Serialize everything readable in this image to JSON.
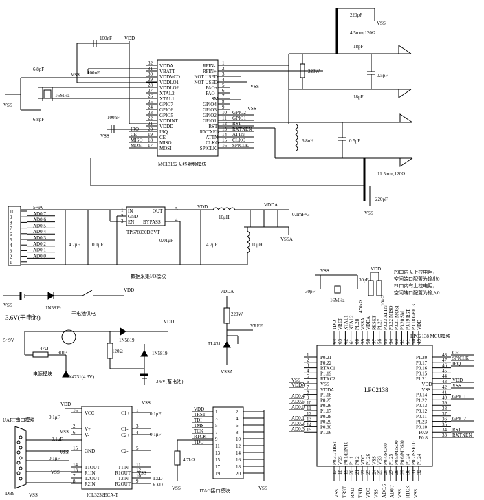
{
  "rf_module": {
    "title": "MC13192无线射频模块",
    "left_pins": [
      {
        "num": "32",
        "name": "VDDA"
      },
      {
        "num": "31",
        "name": "VBATT"
      },
      {
        "num": "30",
        "name": "VDDVCO"
      },
      {
        "num": "29",
        "name": "VDDLO1"
      },
      {
        "num": "28",
        "name": "VDDLO2"
      },
      {
        "num": "27",
        "name": "XTAL2"
      },
      {
        "num": "26",
        "name": "XTAL1"
      },
      {
        "num": "25",
        "name": "GPIO7"
      },
      {
        "num": "24",
        "name": "GPIO6"
      },
      {
        "num": "23",
        "name": "GPIO5"
      },
      {
        "num": "22",
        "name": "VDDINT"
      },
      {
        "num": "21",
        "name": "VDDD"
      },
      {
        "num": "20",
        "name": "IRQ"
      },
      {
        "num": "19",
        "name": "CE"
      },
      {
        "num": "18",
        "name": "MISO"
      },
      {
        "num": "17",
        "name": "MOSI"
      }
    ],
    "right_pins": [
      {
        "num": "1",
        "name": "RFIN-"
      },
      {
        "num": "2",
        "name": "RFIN+"
      },
      {
        "num": "3",
        "name": "NOT USED"
      },
      {
        "num": "4",
        "name": "NOT USED"
      },
      {
        "num": "5",
        "name": "PAO+"
      },
      {
        "num": "6",
        "name": "PAO-"
      },
      {
        "num": "7",
        "name": "SM"
      },
      {
        "num": "8",
        "name": "GPIO4"
      },
      {
        "num": "9",
        "name": "GPIO3"
      },
      {
        "num": "10",
        "name": "GPIO2"
      },
      {
        "num": "11",
        "name": "GPIO1"
      },
      {
        "num": "12",
        "name": "RST"
      },
      {
        "num": "13",
        "name": "RXTXEN"
      },
      {
        "num": "14",
        "name": "ATTN"
      },
      {
        "num": "15",
        "name": "CLKO"
      },
      {
        "num": "16",
        "name": "SPICLK"
      }
    ],
    "right_nets": [
      "GPIO2",
      "GPIO1",
      "RST",
      "RXTXEN",
      "ATTN",
      "CLKO",
      "SPICLK"
    ],
    "left_nets": [
      "IRQ",
      "CE",
      "MISO",
      "MOSI"
    ],
    "components": {
      "c_100nF_top": "100nF",
      "c_100nF_b": "100nF",
      "c_100nF_c": "100nF",
      "c_68pF_a": "6.8pF",
      "c_68pF_b": "6.8pF",
      "xtal": "16MHz",
      "c_220pF_top": "220pF",
      "line_top": "4.5mm,120Ω",
      "c_18pF_a": "18pF",
      "c_18pF_b": "18pF",
      "r_220w": "220W",
      "c_05pF_a": "0.5pF",
      "l_68nH": "6.8nH",
      "c_05pF_b": "0.5pF",
      "line_bot": "11.5mm,120Ω",
      "c_220pF_bot": "220pF"
    }
  },
  "supply": {
    "vdd": "VDD",
    "vss": "VSS",
    "vdda": "VDDA",
    "vssa": "VSSA",
    "vref": "VREF"
  },
  "adc_module": {
    "title": "数据采集I/O模块",
    "connector_pins": [
      "10",
      "9",
      "8",
      "7",
      "6",
      "5",
      "4",
      "3",
      "2",
      "1"
    ],
    "signals": [
      "5~9V",
      "AD0.7",
      "AD0.6",
      "AD0.5",
      "AD0.4",
      "AD0.3",
      "AD0.2",
      "AD0.1",
      "AD0.0"
    ],
    "regulator": "TPS78930DBVT",
    "reg_pins": {
      "in": "IN",
      "gnd": "GND",
      "en": "EN",
      "out": "OUT",
      "bypass": "BYPASS",
      "p1": "1",
      "p2": "2",
      "p3": "3",
      "p4": "4",
      "p5": "5"
    },
    "c_in1": "4.7μF",
    "c_in2": "0.1μF",
    "c_byp": "0.01μF",
    "c_out": "4.7μF",
    "l1": "10μH",
    "l2": "10μH",
    "c_x3": "0.1mF×3"
  },
  "power": {
    "battery_dry": "3.6V(干电池)",
    "diode1": "1N5819",
    "switch_label": "干电池供电",
    "input": "5~9V",
    "r47": "47Ω",
    "transistor": "9013",
    "zener": "1N4731(4.3V)",
    "charge_label": "电源模块",
    "diode2": "1N5819",
    "diode3": "1N5819",
    "r120": "120Ω",
    "battery_acc": "3.6V(蓄电池)"
  },
  "vref_circuit": {
    "r": "220W",
    "ic": "TL431"
  },
  "uart": {
    "title": "UART串口模块",
    "connector": "DB9",
    "chip": "ICL3232ECA-T",
    "left_pins": [
      {
        "num": "16",
        "name": "VCC"
      },
      {
        "num": "2",
        "name": "V+"
      },
      {
        "num": "6",
        "name": "V-"
      },
      {
        "num": "15",
        "name": "GND"
      },
      {
        "num": "14",
        "name": "T1OUT"
      },
      {
        "num": "13",
        "name": "R1IN"
      },
      {
        "num": "7",
        "name": "T2OUT"
      },
      {
        "num": "8",
        "name": "R2IN"
      }
    ],
    "right_pins": [
      {
        "num": "1",
        "name": "C1+"
      },
      {
        "num": "3",
        "name": "C1-"
      },
      {
        "num": "4",
        "name": "C2+"
      },
      {
        "num": "5",
        "name": "C2-"
      },
      {
        "num": "11",
        "name": "T1IN"
      },
      {
        "num": "12",
        "name": "R1OUT"
      },
      {
        "num": "10",
        "name": "T2IN"
      },
      {
        "num": "9",
        "name": "R2OUT"
      }
    ],
    "caps": [
      "0.1μF",
      "0.1μF",
      "0.1μF",
      "0.1μF",
      "0.1μF"
    ],
    "txd": "TXD",
    "rxd": "RXD"
  },
  "jtag": {
    "title": "JTAG接口模块",
    "resistor": "4.7kΩ",
    "signals": [
      "VDD",
      "TRST",
      "TDI",
      "TMS",
      "TCK",
      "RTCK",
      "TDO"
    ],
    "odd_pins": [
      "1",
      "3",
      "5",
      "7",
      "9",
      "11",
      "13",
      "15",
      "17",
      "19"
    ],
    "even_pins": [
      "2",
      "4",
      "6",
      "8",
      "10",
      "12",
      "14",
      "16",
      "18",
      "20"
    ]
  },
  "mcu": {
    "title": "LPC2138 MCU模块",
    "chip": "LPC2138",
    "notes": [
      "P0口内无上拉电阻，",
      "空闲端口配置为输出0",
      "P1口内有上拉电阻，",
      "空闲端口配置为输入0"
    ],
    "top_pins": [
      {
        "num": "64",
        "name": "TDO"
      },
      {
        "num": "63",
        "name": "VREF"
      },
      {
        "num": "62",
        "name": "XTAL1"
      },
      {
        "num": "61",
        "name": "XTAL2"
      },
      {
        "num": "60",
        "name": "P1.28"
      },
      {
        "num": "59",
        "name": "VSSA"
      },
      {
        "num": "58",
        "name": "VDDA"
      },
      {
        "num": "57",
        "name": "RESET"
      },
      {
        "num": "56",
        "name": "P1.27"
      },
      {
        "num": "55",
        "name": "P0.23"
      },
      {
        "num": "54",
        "name": "P0.22"
      },
      {
        "num": "53",
        "name": "P0.21"
      },
      {
        "num": "52",
        "name": "P0.20"
      },
      {
        "num": "51",
        "name": "P0.19"
      },
      {
        "num": "50",
        "name": "P0.18"
      },
      {
        "num": "49",
        "name": "VDD"
      }
    ],
    "top_nets": [
      "ATTN",
      "MISO",
      "MOSI",
      "SM",
      "RST",
      "GPIO3"
    ],
    "xtal": "16MHz",
    "c_30pF_a": "30pF",
    "c_30pF_b": "30pF",
    "r_470k": "470kΩ",
    "r_10k": "10kΩ",
    "left_pins": [
      {
        "num": "1",
        "name": "P0.21"
      },
      {
        "num": "2",
        "name": "P0.22"
      },
      {
        "num": "3",
        "name": "RTXC1"
      },
      {
        "num": "4",
        "name": "P1.19"
      },
      {
        "num": "5",
        "name": "RTXC2"
      },
      {
        "num": "6",
        "name": "VSS"
      },
      {
        "num": "7",
        "name": "VDDA"
      },
      {
        "num": "8",
        "name": "P1.18"
      },
      {
        "num": "9",
        "name": "P0.25"
      },
      {
        "num": "10",
        "name": "P0.26"
      },
      {
        "num": "11",
        "name": "P1.17"
      },
      {
        "num": "12",
        "name": "P0.28"
      },
      {
        "num": "13",
        "name": "P0.29"
      },
      {
        "num": "14",
        "name": "P0.30"
      },
      {
        "num": "15",
        "name": "P1.16"
      }
    ],
    "left_nets": [
      "VSS",
      "VDDA",
      "AD0.4",
      "AD0.5",
      "AD0.0",
      "AD0.1",
      "AD0.2",
      "AD0.3"
    ],
    "right_pins": [
      {
        "num": "48",
        "name": "P1.20"
      },
      {
        "num": "47",
        "name": "P0.17"
      },
      {
        "num": "46",
        "name": "P0.16"
      },
      {
        "num": "45",
        "name": "P0.15"
      },
      {
        "num": "44",
        "name": "P1.21"
      },
      {
        "num": "43",
        "name": "VDD"
      },
      {
        "num": "42",
        "name": "VSS"
      },
      {
        "num": "41",
        "name": "P0.14"
      },
      {
        "num": "40",
        "name": "P1.22"
      },
      {
        "num": "39",
        "name": "P0.13"
      },
      {
        "num": "38",
        "name": "P0.12"
      },
      {
        "num": "37",
        "name": "P0.11"
      },
      {
        "num": "36",
        "name": "P1.23"
      },
      {
        "num": "35",
        "name": "P0.10"
      },
      {
        "num": "34",
        "name": "P0.9"
      },
      {
        "num": "33",
        "name": "P0.8"
      }
    ],
    "right_nets": [
      "CE",
      "SPICLK",
      "IRQ",
      "VDD",
      "VSS",
      "GPIO1",
      "GPIO2",
      "RST",
      "RXTXEN"
    ],
    "bottom_pins": [
      {
        "num": "17",
        "name": "P0.31/TRST"
      },
      {
        "num": "18",
        "name": "VSS"
      },
      {
        "num": "19",
        "name": "P0.1/EINT0"
      },
      {
        "num": "20",
        "name": "P1.1"
      },
      {
        "num": "21",
        "name": "P0.2"
      },
      {
        "num": "22",
        "name": "VDD"
      },
      {
        "num": "23",
        "name": "P1.26"
      },
      {
        "num": "24",
        "name": "VSS"
      },
      {
        "num": "25",
        "name": "VSS"
      },
      {
        "num": "26",
        "name": "P0.4/SCK0"
      },
      {
        "num": "27",
        "name": "P1.25"
      },
      {
        "num": "28",
        "name": "P0.5/MISO0"
      },
      {
        "num": "29",
        "name": "P0.6/MOSI0"
      },
      {
        "num": "30",
        "name": "P1.24"
      },
      {
        "num": "31",
        "name": "P0.7/SSEL0"
      },
      {
        "num": "32",
        "name": "P1.24"
      }
    ],
    "bottom_nets": [
      "VSS",
      "TRST",
      "RXD",
      "TXD",
      "VDD",
      "VSS",
      "ADC.6",
      "AD0.7",
      "VSS",
      "RTCK",
      "VSS"
    ]
  }
}
